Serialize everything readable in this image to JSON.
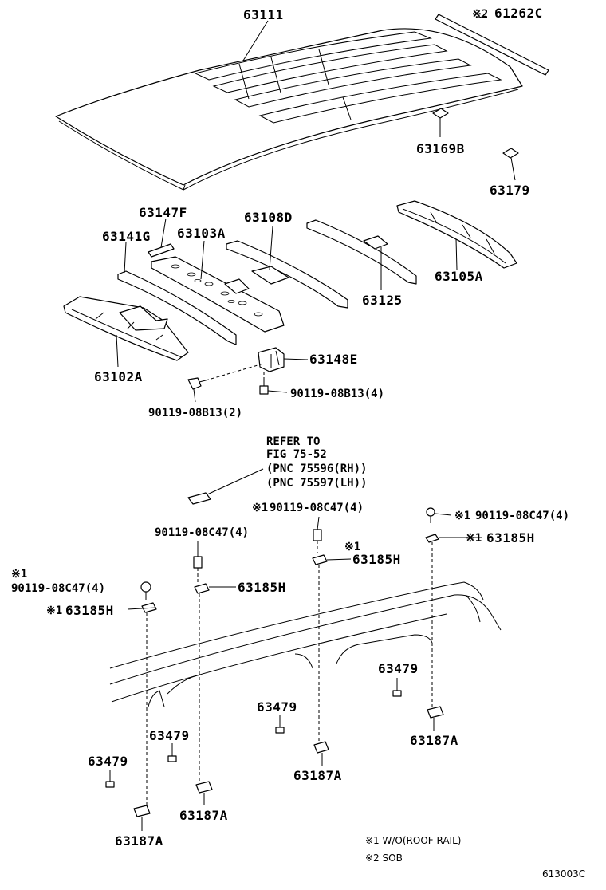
{
  "labels": {
    "p63111": "63111",
    "p61262c_mark": "※2",
    "p61262c": "61262C",
    "p63169b": "63169B",
    "p63179": "63179",
    "p63147f": "63147F",
    "p63108d": "63108D",
    "p63141g": "63141G",
    "p63103a": "63103A",
    "p63125": "63125",
    "p63105a": "63105A",
    "p63148e": "63148E",
    "p63102a": "63102A",
    "bolt_right": "90119-08B13(4)",
    "bolt_left": "90119-08B13(2)",
    "refer_1": "REFER TO",
    "refer_2": "FIG 75-52",
    "refer_3": "(PNC 75596(RH))",
    "refer_4": "(PNC 75597(LH))",
    "c47_mid_mark": "※1",
    "c47_mid": "90119-08C47(4)",
    "c47_left2": "90119-08C47(4)",
    "c47_right_mark": "※1",
    "c47_right": "90119-08C47(4)",
    "h_right_mark": "※1",
    "h_right": "63185H",
    "h_mid_mark": "※1",
    "h_mid": "63185H",
    "c47_left1_mark": "※1",
    "c47_left1": "90119-08C47(4)",
    "h_left2": "63185H",
    "h_left1_mark": "※1",
    "h_left1": "63185H",
    "g479_a": "63479",
    "g479_b": "63479",
    "g479_c": "63479",
    "g479_d": "63479",
    "a187_right": "63187A",
    "a187_mid": "63187A",
    "a187_left2": "63187A",
    "a187_left1": "63187A",
    "note1": "※1 W/O(ROOF RAIL)",
    "note2": "※2 SOB",
    "code": "613003C"
  }
}
